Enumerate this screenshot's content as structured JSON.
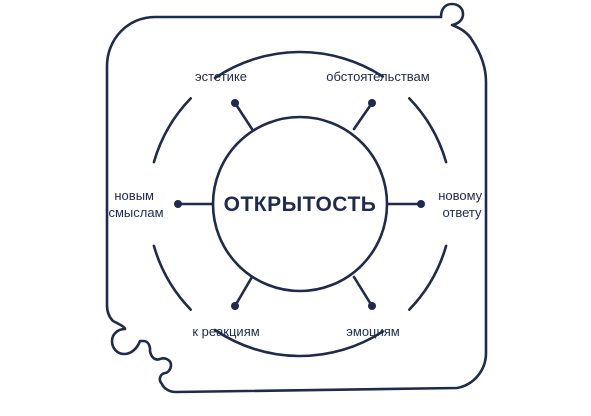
{
  "diagram": {
    "center_label": "ОТКРЫТОСТЬ",
    "colors": {
      "stroke": "#1e2a4e",
      "text": "#1e2a4e",
      "background": "#ffffff"
    },
    "spokes": [
      {
        "id": "top-left",
        "lines": [
          "эстетике"
        ]
      },
      {
        "id": "top-right",
        "lines": [
          "обстоятельствам"
        ]
      },
      {
        "id": "left",
        "lines": [
          "новым",
          "смыслам"
        ]
      },
      {
        "id": "right",
        "lines": [
          "новому",
          "ответу"
        ]
      },
      {
        "id": "bottom-left",
        "lines": [
          "к реакциям"
        ]
      },
      {
        "id": "bottom-right",
        "lines": [
          "эмоциям"
        ]
      }
    ]
  }
}
